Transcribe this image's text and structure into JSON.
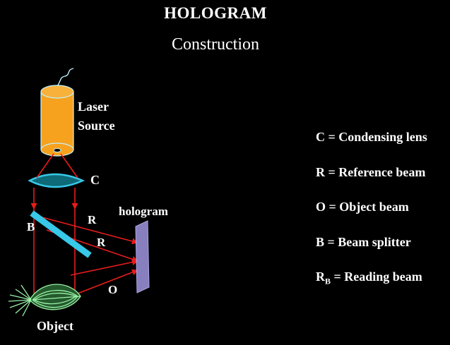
{
  "header": {
    "title": "HOLOGRAM",
    "subtitle": "Construction"
  },
  "diagram": {
    "laser_label_line1": "Laser",
    "laser_label_line2": "Source",
    "lens_label": "C",
    "splitter_label": "B",
    "reference_label_1": "R",
    "reference_label_2": "R",
    "object_beam_label": "O",
    "hologram_label": "hologram",
    "object_label": "Object",
    "colors": {
      "laser_body": "#f6a21e",
      "laser_outline": "#c2f2ff",
      "optics": "#38c8e8",
      "beam": "#e81c1c",
      "hologram_plate": "#8f86c9",
      "object": "#9af2a6"
    }
  },
  "legend": {
    "items": [
      {
        "sym": "C",
        "sub": "",
        "desc": "= Condensing lens"
      },
      {
        "sym": "R",
        "sub": "",
        "desc": "= Reference beam"
      },
      {
        "sym": "O",
        "sub": "",
        "desc": "= Object beam"
      },
      {
        "sym": "B",
        "sub": "",
        "desc": "= Beam splitter"
      },
      {
        "sym": "R",
        "sub": "B",
        "desc": "= Reading beam"
      }
    ]
  }
}
